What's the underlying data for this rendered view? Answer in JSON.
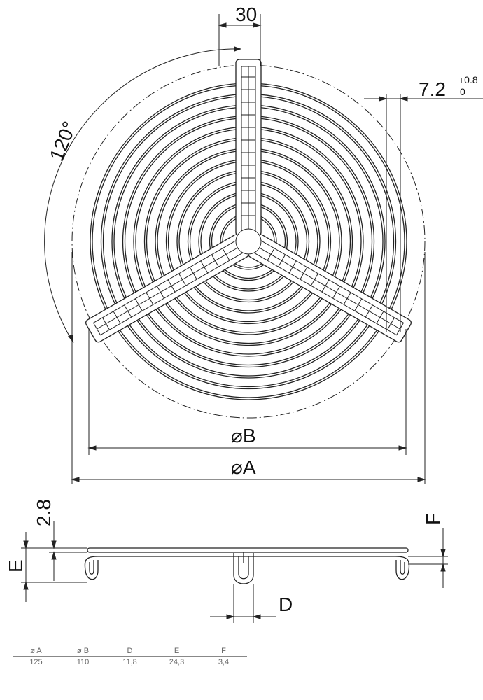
{
  "drawing": {
    "dim_width": "30",
    "dim_gap": "7.2",
    "dim_gap_tol_upper": "+0.8",
    "dim_gap_tol_lower": "0",
    "angle": "120°",
    "dia_b": "⌀B",
    "dia_a": "⌀A",
    "dim_thickness": "2.8",
    "dim_e": "E",
    "dim_f": "F",
    "dim_d": "D"
  },
  "table": {
    "headers": [
      "ø A",
      "ø B",
      "D",
      "E",
      "F"
    ],
    "values": [
      "125",
      "110",
      "11,8",
      "24,3",
      "3,4"
    ]
  }
}
